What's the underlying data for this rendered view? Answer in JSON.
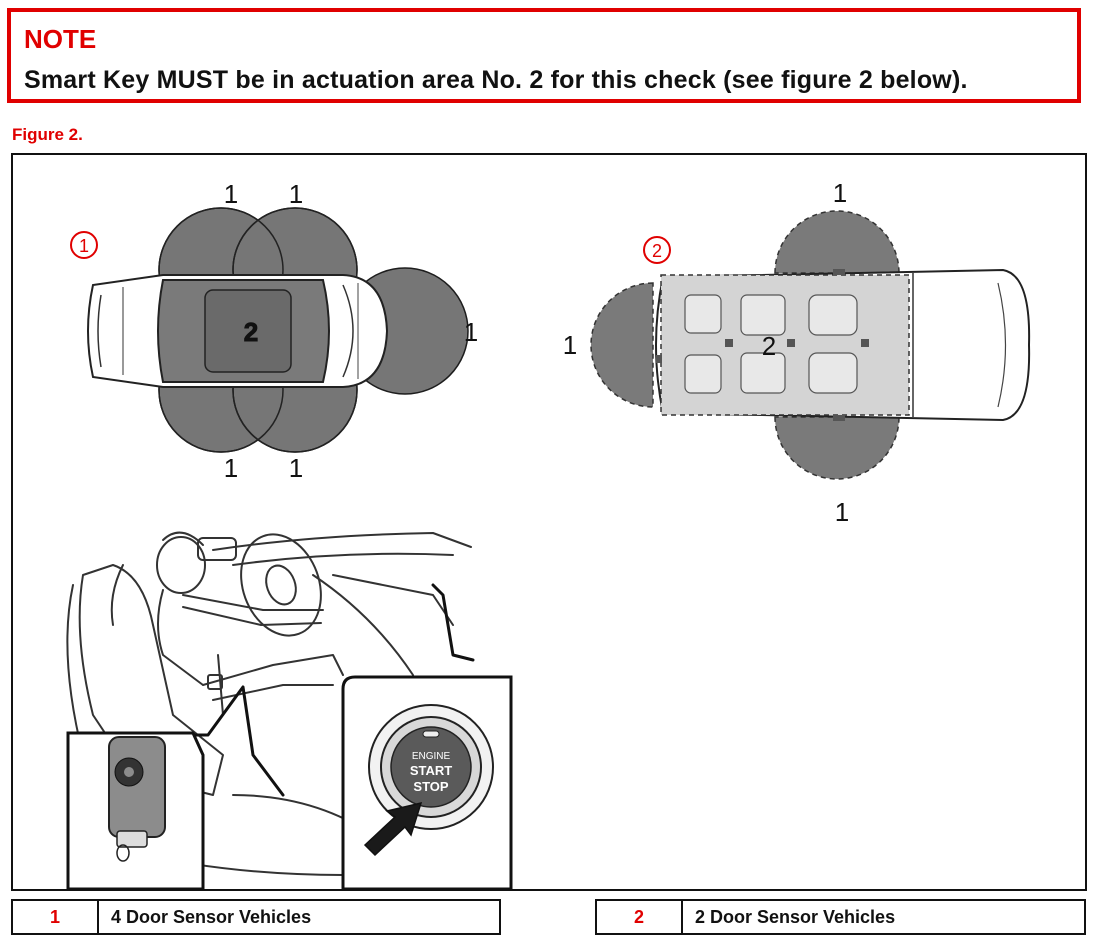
{
  "note": {
    "title": "NOTE",
    "text": "Smart Key MUST be in actuation area No. 2 for this check (see figure 2 below)."
  },
  "figure": {
    "caption": "Figure 2.",
    "left_diagram": {
      "marker": "1",
      "area_1_label": "1",
      "area_2_label": "2"
    },
    "right_diagram": {
      "marker": "2",
      "area_1_label": "1",
      "area_2_label": "2"
    },
    "button": {
      "line1": "ENGINE",
      "line2": "START",
      "line3": "STOP"
    }
  },
  "legend": [
    {
      "number": "1",
      "description": "4 Door Sensor Vehicles"
    },
    {
      "number": "2",
      "description": "2 Door Sensor Vehicles"
    }
  ],
  "colors": {
    "accent_red": "#e00000",
    "zone_dark": "#6f6f6f",
    "zone_light": "#d4d4d4"
  }
}
